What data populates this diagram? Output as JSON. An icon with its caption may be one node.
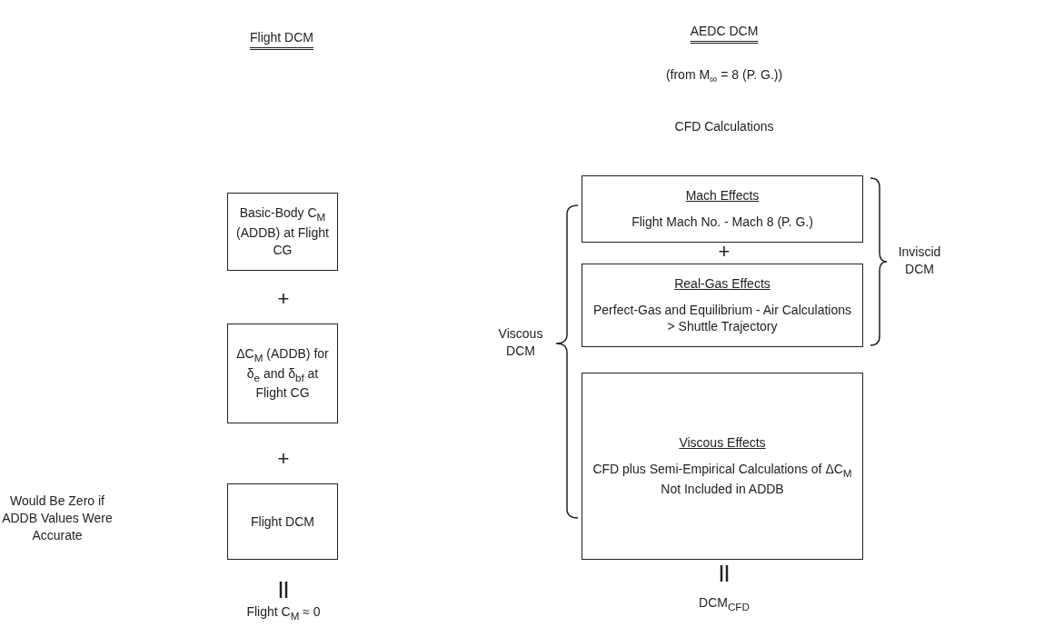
{
  "diagram": {
    "nodes": [
      {
        "text": [
          "Basic-Body C$_{M}$ (ADDB) at Flight CG"
        ]
      },
      {
        "text": [
          "ΔC$_{M}$ (ADDB) for δ$_{e}$ and δ$_{bf}$ at Flight CG"
        ]
      },
      {
        "text": [
          "Flight DCM"
        ]
      },
      {
        "text": [
          "Mach Effects",
          "Flight Mach No. - Mach 8 (P. G.)"
        ]
      },
      {
        "text": [
          "Real-Gas Effects",
          "Perfect-Gas and Equilibrium - Air Calculations > Shuttle Trajectory"
        ]
      },
      {
        "text": [
          "Viscous Effects",
          "CFD plus Semi-Empirical Calculations of ΔC$_{M}$ Not Included in ADDB"
        ]
      }
    ],
    "labels": [
      "Flight DCM",
      "AEDC DCM",
      "(from M$_{∞}$ = 8 (P. G.))",
      "CFD Calculations",
      "+",
      "Inviscid DCM",
      "+",
      "Viscous DCM",
      "+",
      "Would Be Zero if ADDB Values Were Accurate",
      "Flight C$_{M}$ ≈ 0",
      "DCM$_{CFD}$"
    ]
  }
}
